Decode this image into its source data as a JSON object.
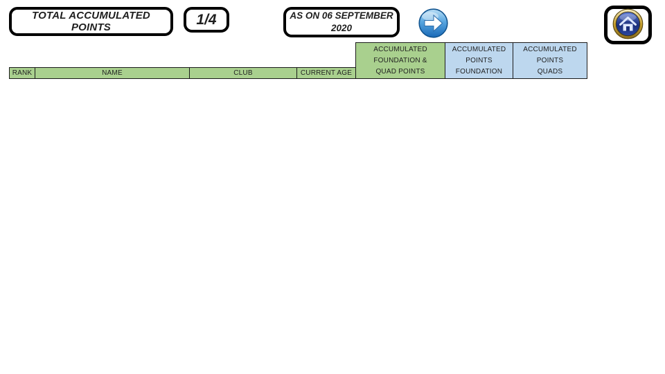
{
  "slide": {
    "title": "TOTAL ACCUMULATED POINTS",
    "page_indicator": "1/4",
    "date_label": "AS ON 06 SEPTEMBER\n2020"
  },
  "nav": {
    "next_icon": "arrow-right-circle-icon",
    "home_icon": "home-icon"
  },
  "table": {
    "columns": [
      {
        "label": "RANK",
        "style": "green-short"
      },
      {
        "label": "NAME",
        "style": "green-short"
      },
      {
        "label": "CLUB",
        "style": "green-short"
      },
      {
        "label": "CURRENT AGE",
        "style": "green-short"
      },
      {
        "label": "ACCUMULATED\nFOUNDATION &\nQUAD POINTS",
        "style": "green-tall"
      },
      {
        "label": "ACCUMULATED\nPOINTS\nFOUNDATION",
        "style": "blue-tall"
      },
      {
        "label": "ACCUMULATED\nPOINTS\nQUADS",
        "style": "blue-tall"
      }
    ],
    "rows": []
  },
  "colors": {
    "header_green": "#A9D08E",
    "header_blue": "#BDD7EE",
    "border_black": "#1a1a1a"
  }
}
